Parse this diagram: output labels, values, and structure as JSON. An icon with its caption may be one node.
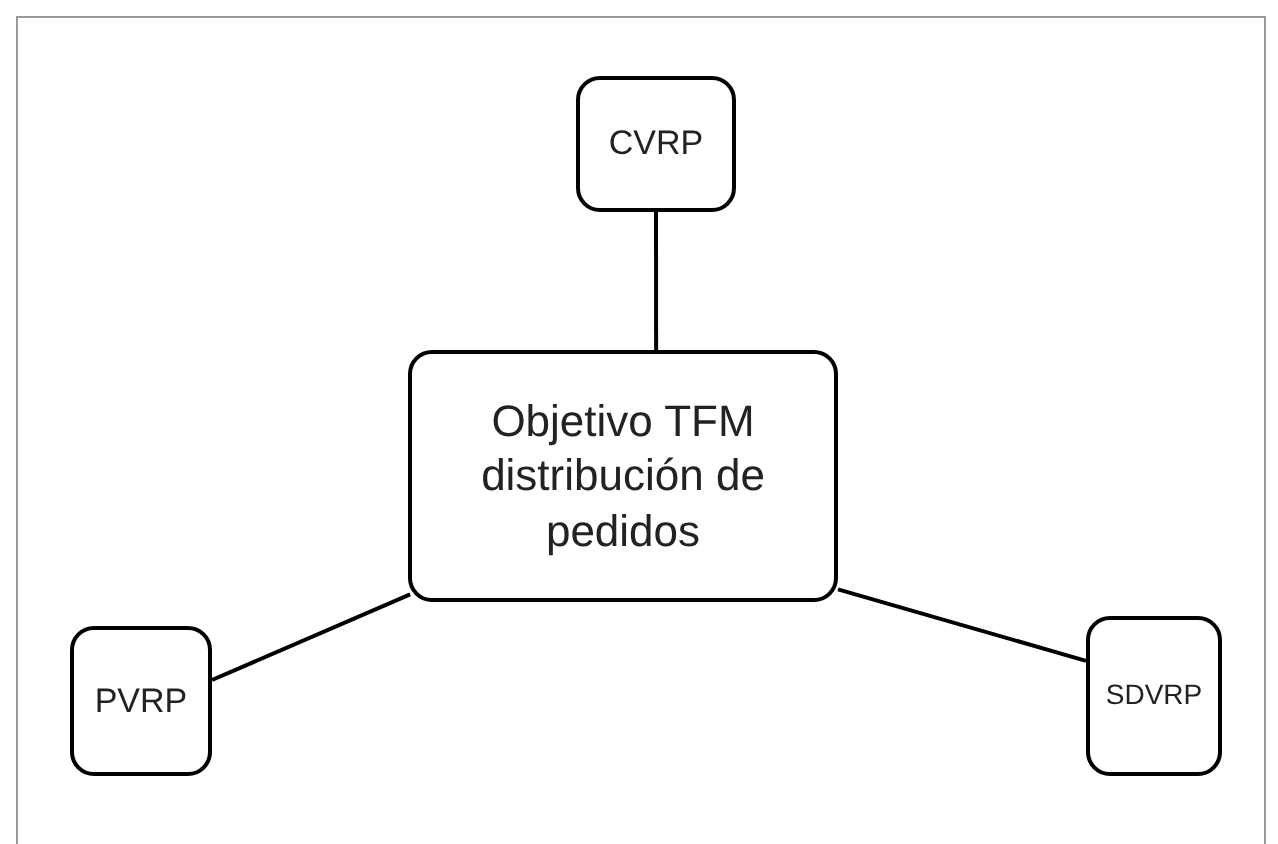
{
  "diagram": {
    "nodes": [
      {
        "text": [
          "CVRP"
        ]
      },
      {
        "text": [
          "Objetivo TFM distribución de pedidos"
        ]
      },
      {
        "text": [
          "PVRP"
        ]
      },
      {
        "text": [
          "SDVRP"
        ]
      }
    ],
    "edges": [
      {
        "from": 0,
        "to": 1,
        "arrow": "none"
      },
      {
        "from": 1,
        "to": 2,
        "arrow": "none"
      },
      {
        "from": 1,
        "to": 3,
        "arrow": "none"
      }
    ]
  }
}
